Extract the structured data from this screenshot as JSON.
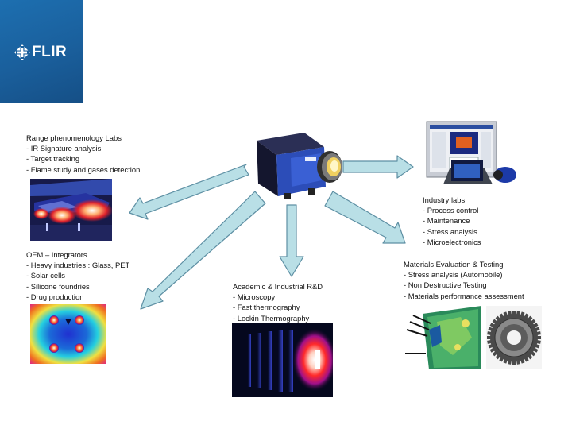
{
  "logo": {
    "brand": "FLIR"
  },
  "sections": {
    "range": {
      "title": "Range phenomenology Labs",
      "items": [
        "- IR Signature analysis",
        "- Target tracking",
        "- Flame study and gases detection"
      ]
    },
    "oem": {
      "title": "OEM – Integrators",
      "items": [
        "- Heavy industries : Glass, PET",
        "- Solar cells",
        "- Silicone foundries",
        "- Drug production"
      ]
    },
    "academic": {
      "title": "Academic & Industrial R&D",
      "items": [
        "- Microscopy",
        "- Fast thermography",
        "- Lockin Thermography"
      ]
    },
    "industry": {
      "title": "Industry labs",
      "items": [
        "- Process control",
        "- Maintenance",
        "- Stress analysis",
        "- Microelectronics"
      ]
    },
    "materials": {
      "title": "Materials Evaluation & Testing",
      "items": [
        "- Stress analysis (Automobile)",
        "- Non Destructive Testing",
        "- Materials performance assessment"
      ]
    }
  },
  "colors": {
    "arrow_fill": "#b9dfe6",
    "arrow_stroke": "#5d8fa3",
    "logo_bg": "#1a5f9c"
  }
}
